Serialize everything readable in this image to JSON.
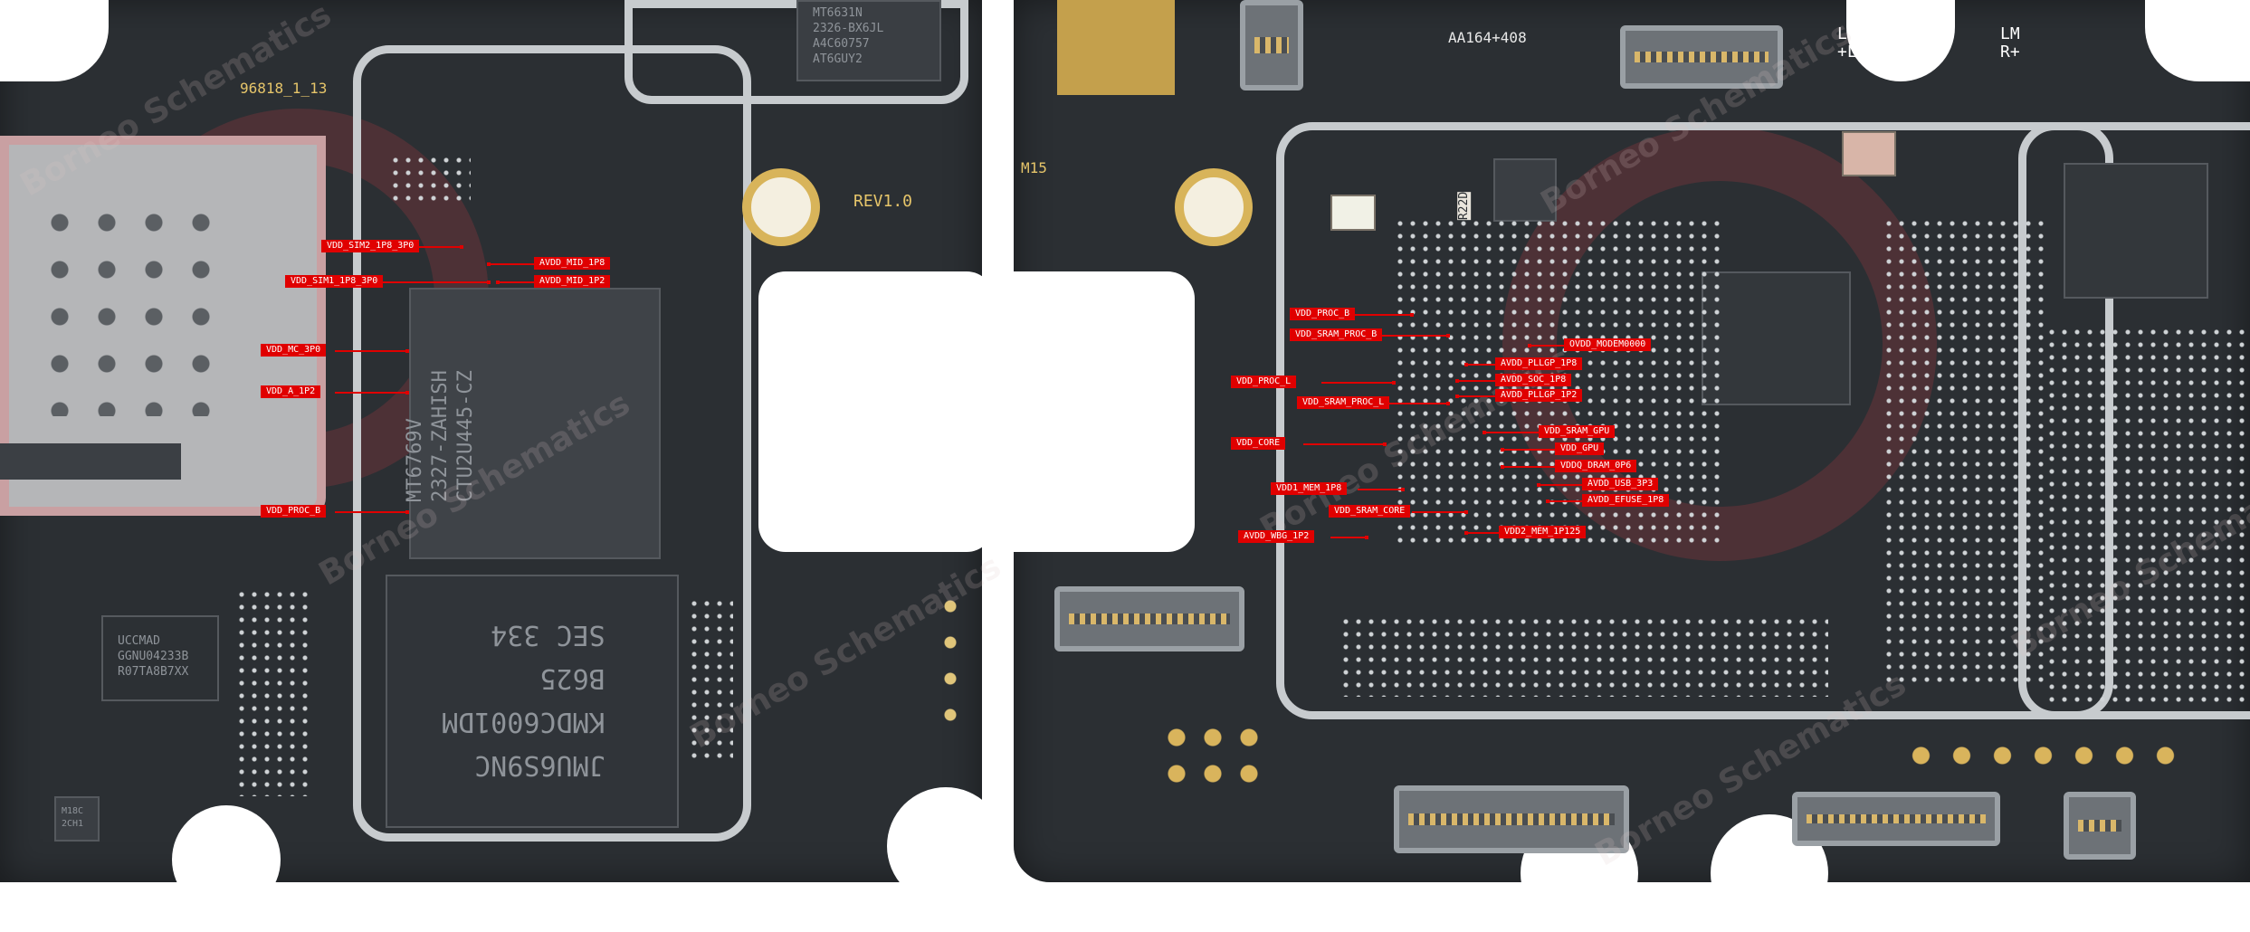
{
  "board_left": {
    "silk": {
      "board_id": "96818_1_13",
      "revision": "REV1.0"
    },
    "chips": {
      "modem_chip": "MT6631N\n2326-BX6JL\nA4C60757\nAT6GUY2",
      "soc_chip": "MT6769V\n2327-ZAHISH\nCTU2U445-CZ",
      "memory_chip": "JMU6S9NC\nKMDC6001DM\nB625\nSEC 334",
      "pmic_chip": "UCCMAD\nGGNU04233B\nR07TA8B7XX",
      "small_chip": "M18C\n2CH1"
    },
    "labels": [
      "VDD_SIM2_1P8_3P0",
      "AVDD_MID_1P8",
      "VDD_SIM1_1P8_3P0",
      "AVDD_MID_1P2",
      "VDD_MC_3P0",
      "VDD_A_1P2",
      "VDD_PROC_B"
    ]
  },
  "board_right": {
    "silk": {
      "board_code": "AA164+408",
      "model": "M15",
      "inductor": "R22D",
      "lm_left": "LM\n+L",
      "lm_right": "LM\nR+"
    },
    "labels": [
      "VDD_PROC_B",
      "VDD_SRAM_PROC_B",
      "OVDD_MODEM0000",
      "AVDD_PLLGP_1P8",
      "VDD_PROC_L",
      "AVDD_SOC_1P8",
      "AVDD_PLLGP_1P2",
      "VDD_SRAM_PROC_L",
      "VDD_SRAM_GPU",
      "VDD_CORE",
      "VDD_GPU",
      "VDDQ_DRAM_0P6",
      "VDD1_MEM_1P8",
      "AVDD_USB_3P3",
      "AVDD_EFUSE_1P8",
      "VDD_SRAM_CORE",
      "VDD2_MEM_1P125",
      "AVDD_WBG_1P2"
    ]
  },
  "watermark": "Borneo Schematics"
}
